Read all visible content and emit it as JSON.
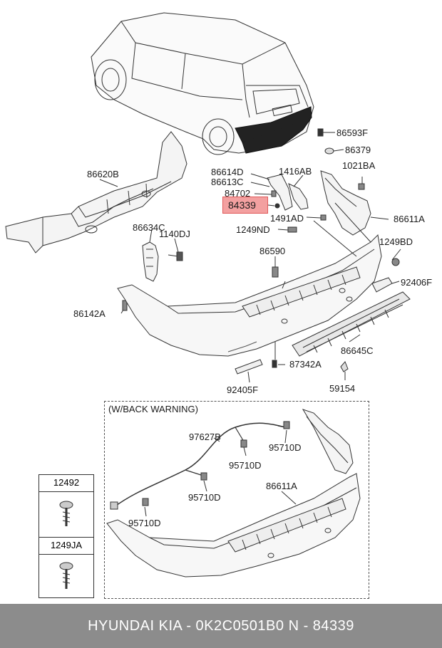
{
  "highlight_part": "84339",
  "warning_box": {
    "title": "(W/BACK WARNING)"
  },
  "labels": {
    "p86593F": "86593F",
    "p86379": "86379",
    "p86620B": "86620B",
    "p86614D": "86614D",
    "p86613C": "86613C",
    "p1416AB": "1416AB",
    "p1021BA": "1021BA",
    "p84702": "84702",
    "p84339": "84339",
    "p1491AD": "1491AD",
    "p86611A": "86611A",
    "p86634C": "86634C",
    "p1140DJ": "1140DJ",
    "p1249ND": "1249ND",
    "p1249BD": "1249BD",
    "p86590": "86590",
    "p92406F": "92406F",
    "p86142A": "86142A",
    "p86645C": "86645C",
    "p87342A": "87342A",
    "p92405F": "92405F",
    "p59154": "59154",
    "p97627B": "97627B",
    "p95710D_a": "95710D",
    "p95710D_b": "95710D",
    "p95710D_c": "95710D",
    "p95710D_d": "95710D",
    "p86611A_b": "86611A"
  },
  "legend": {
    "item1": "12492",
    "item2": "1249JA"
  },
  "footer": {
    "text": "HYUNDAI  KIA - 0K2C0501B0     N - 84339"
  }
}
